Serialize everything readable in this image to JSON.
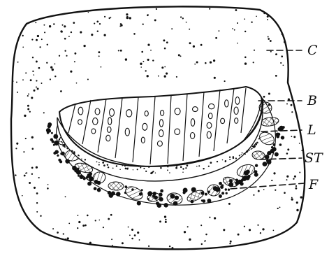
{
  "labels": {
    "c": "C",
    "b": "B",
    "l": "L",
    "st": "ST",
    "f": "F"
  },
  "colors": {
    "ink": "#111111",
    "paper": "#ffffff"
  }
}
